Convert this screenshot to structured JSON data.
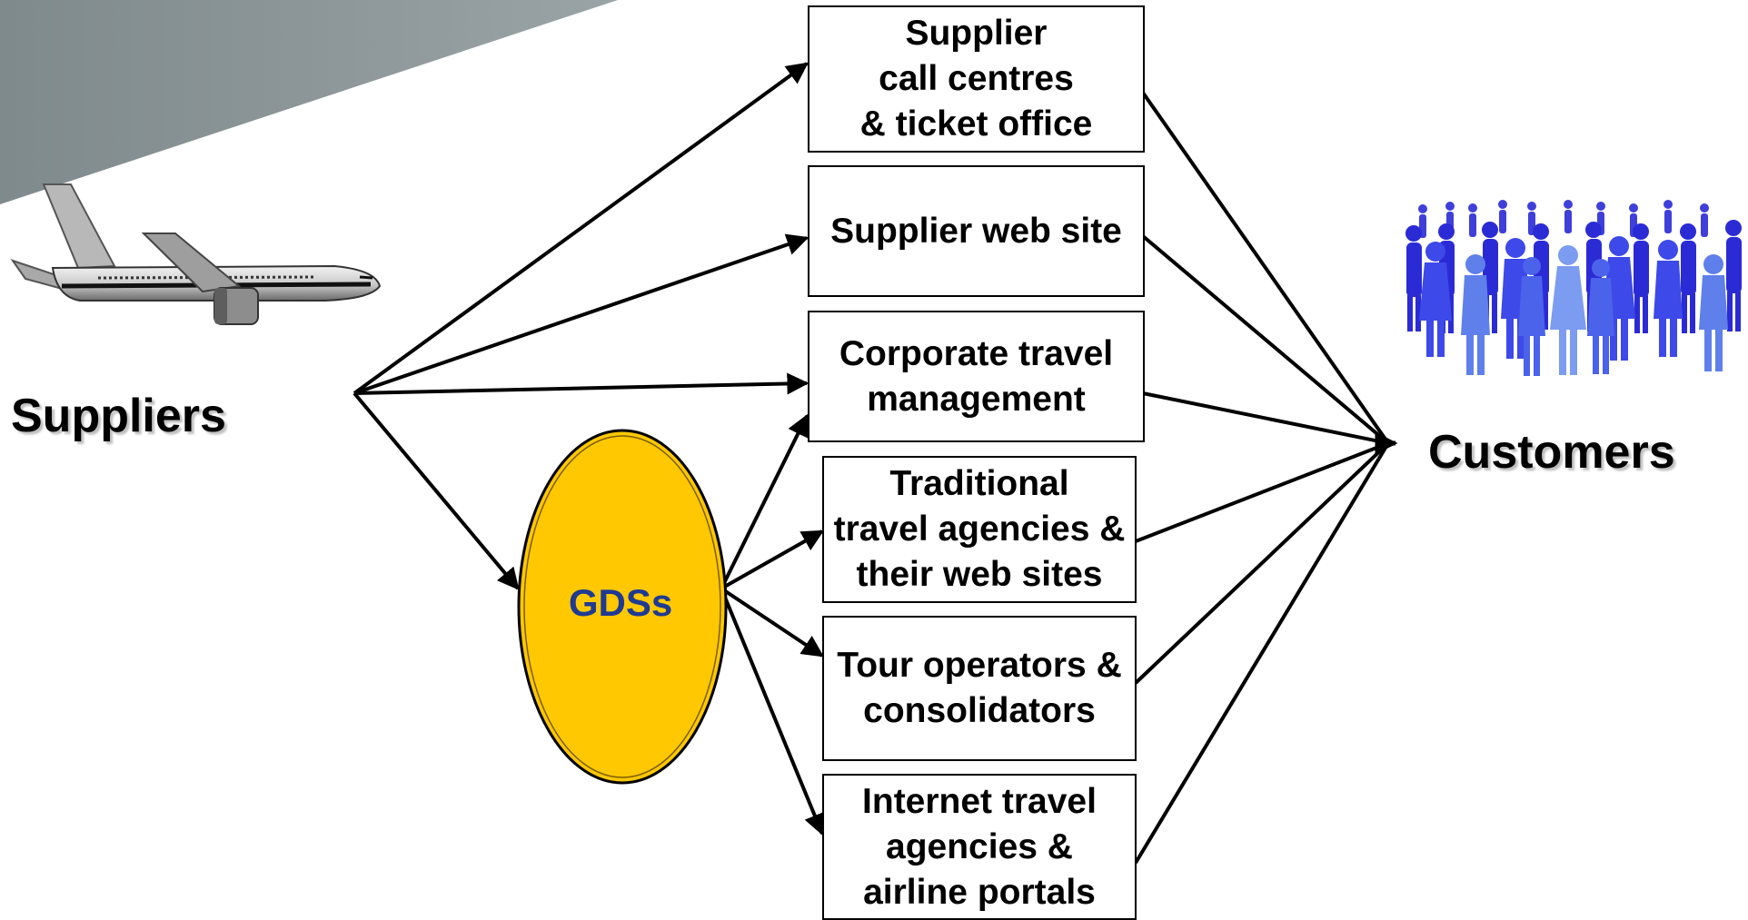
{
  "colors": {
    "gds_fill": "#ffc800",
    "gds_label": "#1f3a93",
    "banner": "#7f8a8d",
    "people": "#2b2bd6"
  },
  "left": {
    "label": "Suppliers",
    "icon": "airplane-icon"
  },
  "right": {
    "label": "Customers",
    "icon": "people-crowd-icon"
  },
  "hub": {
    "label": "GDSs"
  },
  "channels": [
    {
      "id": "call-centres",
      "label": "Supplier\ncall centres\n& ticket office"
    },
    {
      "id": "web-site",
      "label": "Supplier web site"
    },
    {
      "id": "corporate",
      "label": "Corporate travel\nmanagement"
    },
    {
      "id": "traditional",
      "label": "Traditional\ntravel agencies &\ntheir web sites"
    },
    {
      "id": "tour-operators",
      "label": "Tour operators &\nconsolidators"
    },
    {
      "id": "internet",
      "label": "Internet travel\nagencies &\nairline portals"
    }
  ]
}
